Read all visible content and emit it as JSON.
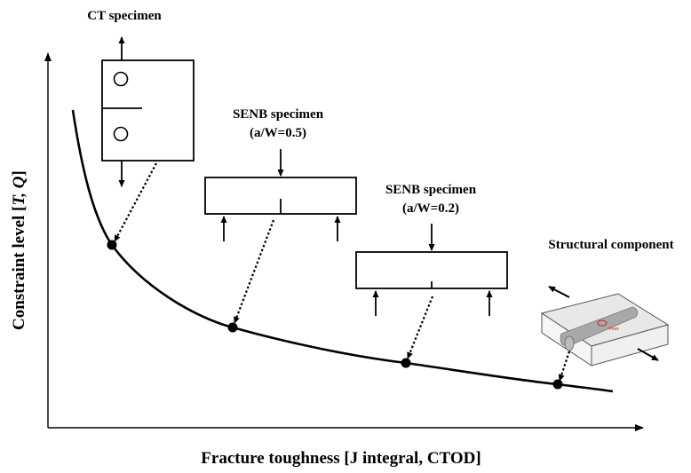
{
  "axes": {
    "x_title": "Fracture toughness [J integral, CTOD]",
    "y_title_prefix": "Constraint level [",
    "y_title_vars": "T, Q",
    "y_title_suffix": "]"
  },
  "specimens": [
    {
      "id": "ct",
      "title": "CT specimen",
      "subtitle": ""
    },
    {
      "id": "senb-05",
      "title": "SENB specimen",
      "subtitle": "(a/W=0.5)"
    },
    {
      "id": "senb-02",
      "title": "SENB specimen",
      "subtitle": "(a/W=0.2)"
    },
    {
      "id": "structural",
      "title": "Structural component",
      "subtitle": ""
    }
  ],
  "flaw_label": "Flaw",
  "colors": {
    "ink": "#000000",
    "weld_bead": "#a8a8a8",
    "plate_top": "#e6e6e6",
    "plate_side": "#f4f4f4",
    "flaw": "#d62020"
  }
}
